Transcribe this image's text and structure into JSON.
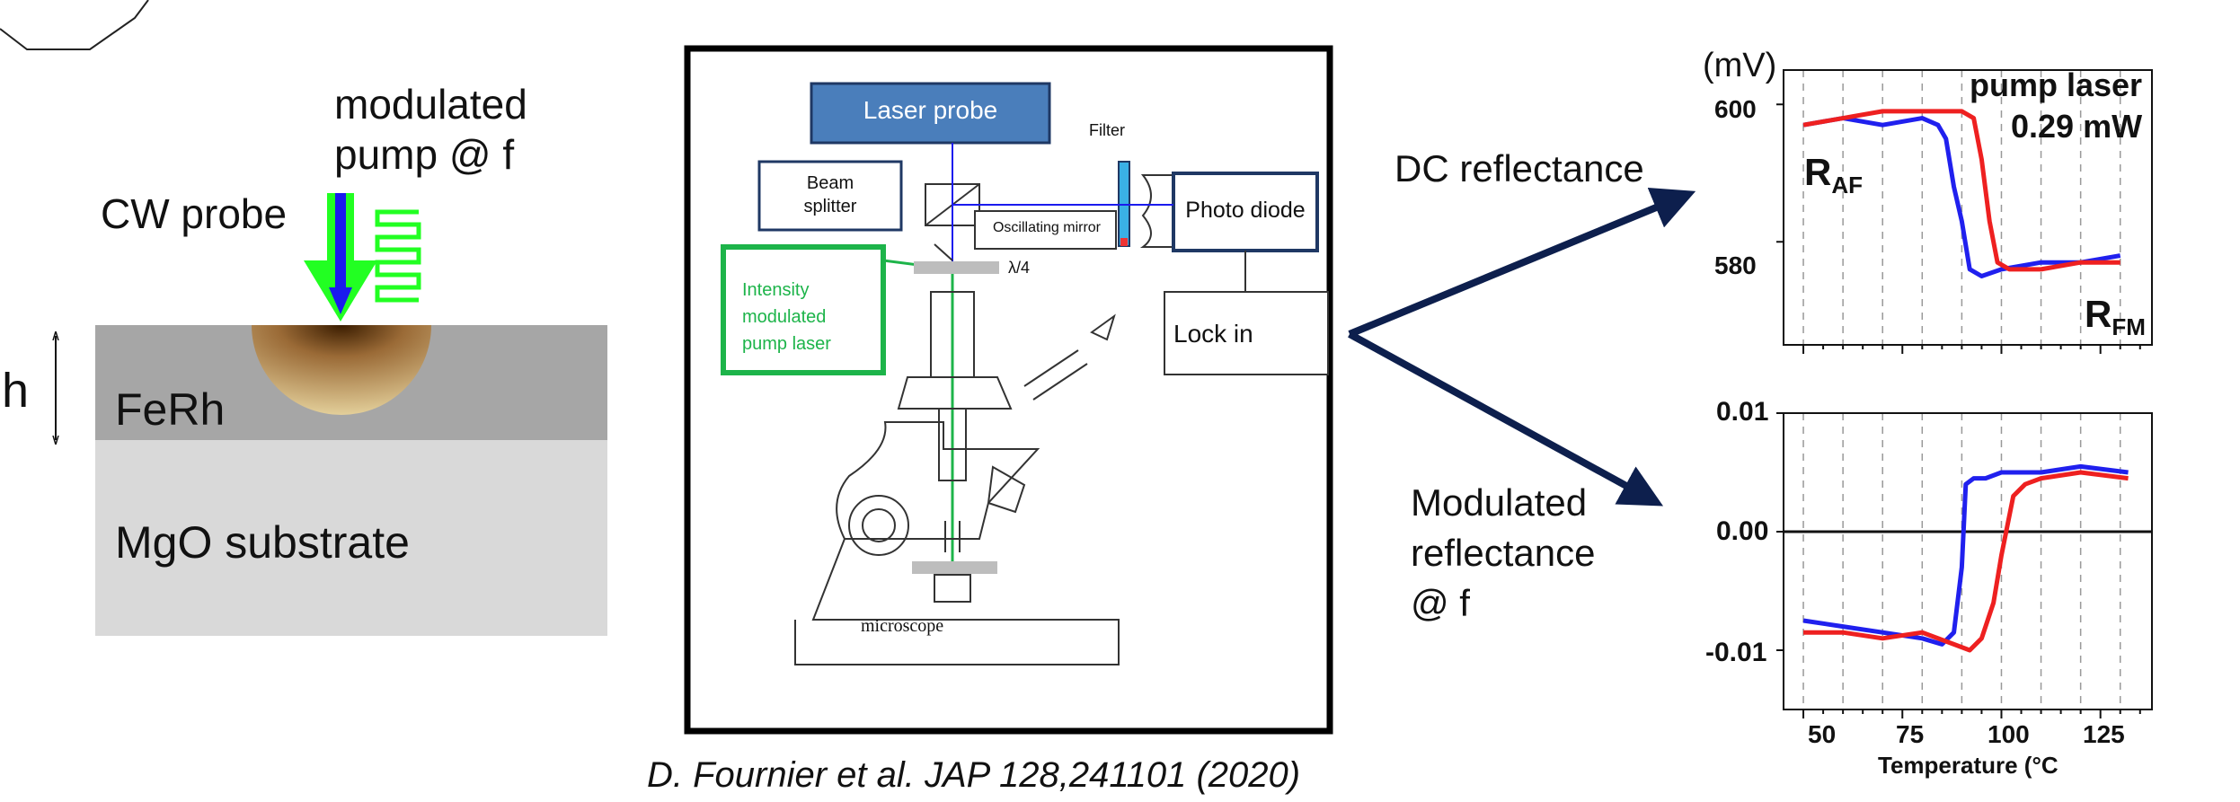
{
  "sample": {
    "pump_label_line1": "modulated",
    "pump_label_line2": "pump @ f",
    "probe_label": "CW probe",
    "thickness_label": "h",
    "film_label": "FeRh",
    "substrate_label": "MgO substrate",
    "colors": {
      "film": "#a6a6a6",
      "substrate": "#d9d9d9",
      "pump": "#22ff22",
      "probe": "#1a1aee",
      "heat_spot": "#b48a52"
    }
  },
  "setup": {
    "laser_probe": "Laser probe",
    "beam_splitter_line1": "Beam",
    "beam_splitter_line2": "splitter",
    "filter": "Filter",
    "oscillating_mirror": "Oscillating mirror",
    "photo_diode": "Photo diode",
    "lambda_quarter": "λ/4",
    "pump_laser_line1": "Intensity",
    "pump_laser_line2": "modulated",
    "pump_laser_line3": "pump laser",
    "lock_in": "Lock in",
    "microscope": "microscope",
    "colors": {
      "laser_probe_box": "#4a7ebb",
      "border": "#1f3864",
      "pump_box": "#1db44a"
    }
  },
  "citation": "D. Fournier et al. JAP 128,241101 (2020)",
  "arrows": {
    "dc_label": "DC reflectance",
    "mod_label_line1": "Modulated",
    "mod_label_line2": "reflectance",
    "mod_label_line3": "@ f",
    "color": "#0d1f4d"
  },
  "chart_data": [
    {
      "type": "line",
      "ylabel": "(mV)",
      "yticks": [
        "600",
        "580"
      ],
      "ylim": [
        565,
        605
      ],
      "xlim": [
        45,
        138
      ],
      "annotations": [
        "pump laser",
        "0.29 mW"
      ],
      "labels": {
        "af_main": "R",
        "af_sub": "AF",
        "fm_main": "R",
        "fm_sub": "FM"
      },
      "series": [
        {
          "color": "#2020ee",
          "x": [
            50,
            60,
            70,
            80,
            84,
            86,
            88,
            90,
            92,
            95,
            100,
            110,
            120,
            130
          ],
          "y": [
            597,
            598,
            597,
            598,
            597,
            595,
            588,
            583,
            576,
            575,
            576,
            577,
            577,
            578
          ]
        },
        {
          "color": "#ee2020",
          "x": [
            50,
            60,
            70,
            80,
            90,
            93,
            95,
            97,
            99,
            102,
            110,
            120,
            130
          ],
          "y": [
            597,
            598,
            599,
            599,
            599,
            598,
            592,
            583,
            577,
            576,
            576,
            577,
            577
          ]
        }
      ]
    },
    {
      "type": "line",
      "xlabel": "Temperature (°C",
      "xticks": [
        "50",
        "75",
        "100",
        "125"
      ],
      "yticks": [
        "0.01",
        "0.00",
        "-0.01"
      ],
      "ylim": [
        -0.015,
        0.01
      ],
      "xlim": [
        45,
        138
      ],
      "series": [
        {
          "color": "#2020ee",
          "x": [
            50,
            60,
            70,
            80,
            85,
            88,
            90,
            91,
            93,
            96,
            100,
            110,
            120,
            132
          ],
          "y": [
            -0.0075,
            -0.008,
            -0.0085,
            -0.009,
            -0.0095,
            -0.0085,
            -0.003,
            0.004,
            0.0045,
            0.0045,
            0.005,
            0.005,
            0.0055,
            0.005
          ]
        },
        {
          "color": "#ee2020",
          "x": [
            50,
            60,
            70,
            80,
            88,
            92,
            95,
            98,
            100,
            103,
            106,
            110,
            120,
            132
          ],
          "y": [
            -0.0085,
            -0.0085,
            -0.009,
            -0.0085,
            -0.0095,
            -0.01,
            -0.009,
            -0.006,
            -0.002,
            0.003,
            0.004,
            0.0045,
            0.005,
            0.0045
          ]
        }
      ]
    }
  ]
}
